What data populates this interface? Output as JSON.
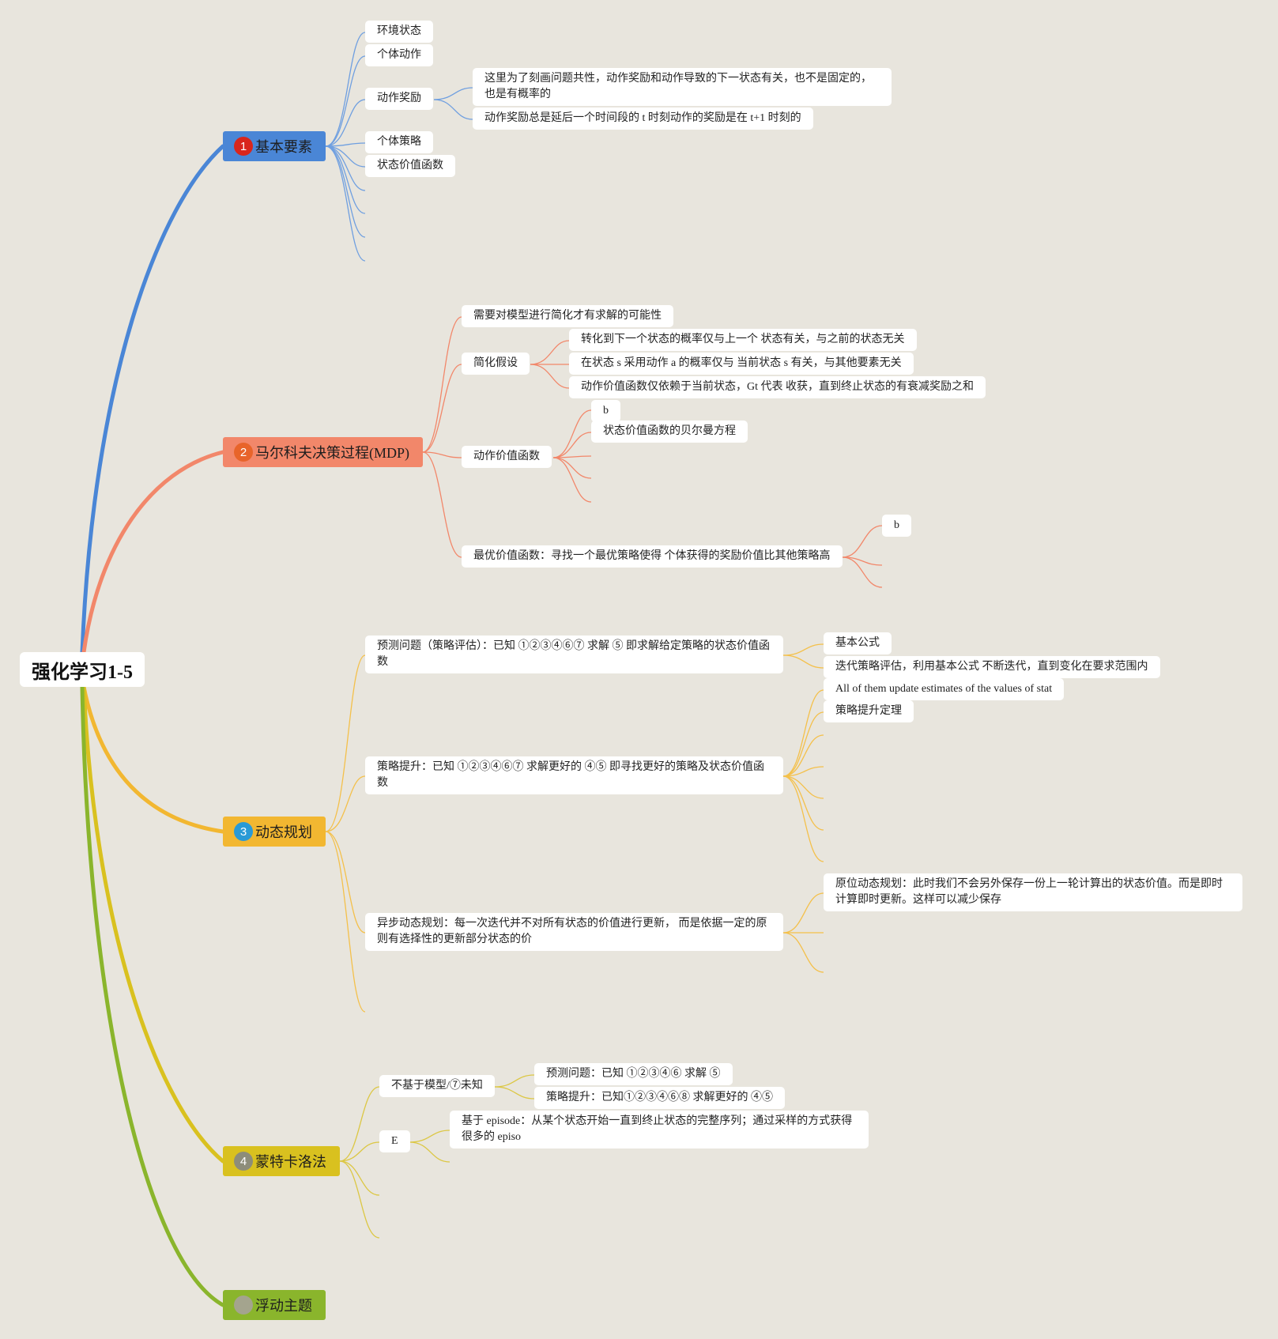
{
  "root": {
    "label": "强化学习1-5"
  },
  "colors": {
    "background": "#e8e5dd",
    "branch_basic": "#4a86d6",
    "branch_mdp": "#f2876a",
    "branch_dp": "#f2b731",
    "branch_mc": "#d9c11f",
    "branch_float": "#8ab52c"
  },
  "branches": {
    "basic": {
      "badge": "1",
      "label": "基本要素",
      "children": {
        "env_state": "环境状态",
        "agent_action": "个体动作",
        "action_reward": "动作奖励",
        "reward_note_1": "这里为了刻画问题共性，动作奖励和动作导致的下一状态有关，也不是固定的，也是有概率的",
        "reward_note_2": "动作奖励总是延后一个时间段的 t 时刻动作的奖励是在 t+1 时刻的",
        "agent_policy": "个体策略",
        "state_value_fn": "状态价值函数"
      }
    },
    "mdp": {
      "badge": "2",
      "label": "马尔科夫决策过程(MDP)",
      "children": {
        "simplify_need": "需要对模型进行简化才有求解的可能性",
        "assumption": "简化假设",
        "assumption_1": "转化到下一个状态的概率仅与上一个 状态有关，与之前的状态无关",
        "assumption_2": "在状态 s 采用动作 a 的概率仅与 当前状态 s 有关，与其他要素无关",
        "assumption_3": "动作价值函数仅依赖于当前状态，Gt 代表 收获，直到终止状态的有衰减奖励之和",
        "action_value_fn": "动作价值函数",
        "b1": "b",
        "bellman": "状态价值函数的贝尔曼方程",
        "optimal_value": "最优价值函数：寻找一个最优策略使得 个体获得的奖励价值比其他策略高",
        "b2": "b"
      }
    },
    "dp": {
      "badge": "3",
      "label": "动态规划",
      "children": {
        "prediction": "预测问题（策略评估）：已知 ①②③④⑥⑦ 求解 ⑤ 即求解给定策略的状态价值函数",
        "basic_formula": "基本公式",
        "iterative_eval": "迭代策略评估，利用基本公式 不断迭代，直到变化在要求范围内",
        "all_update": "All of them update estimates of the values of stat",
        "policy_improve_theorem": "策略提升定理",
        "policy_improve": "策略提升：已知 ①②③④⑥⑦ 求解更好的 ④⑤ 即寻找更好的策略及状态价值函数",
        "async_dp": "异步动态规划：每一次迭代并不对所有状态的价值进行更新， 而是依据一定的原则有选择性的更新部分状态的价",
        "inplace_dp": "原位动态规划：此时我们不会另外保存一份上一轮计算出的状态价值。而是即时计算即时更新。这样可以减少保存"
      }
    },
    "mc": {
      "badge": "4",
      "label": "蒙特卡洛法",
      "children": {
        "model_free": "不基于模型/⑦未知",
        "mc_prediction": "预测问题：已知 ①②③④⑥ 求解 ⑤",
        "mc_improve": "策略提升：已知①②③④⑥⑧ 求解更好的 ④⑤",
        "e": "E",
        "episode": "基于 episode：从某个状态开始一直到终止状态的完整序列；通过采样的方式获得很多的 episo"
      }
    },
    "float": {
      "badge": "",
      "label": "浮动主题"
    }
  }
}
